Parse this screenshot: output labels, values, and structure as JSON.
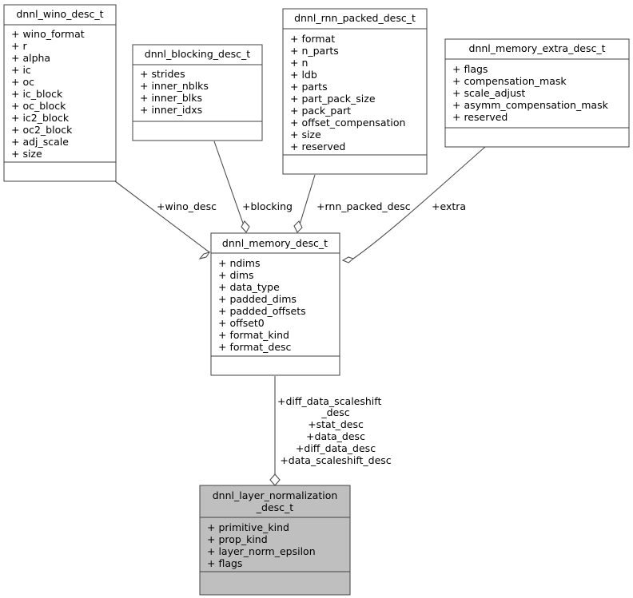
{
  "diagram": {
    "kind": "uml-class-collaboration-diagram",
    "background_color": "#ffffff",
    "border_color": "#404040",
    "edge_color": "#4d4d4d",
    "highlight_fill": "#bfbfbf",
    "classes": [
      {
        "id": "wino",
        "name": "dnnl_wino_desc_t",
        "attributes": [
          "+ wino_format",
          "+ r",
          "+ alpha",
          "+ ic",
          "+ oc",
          "+ ic_block",
          "+ oc_block",
          "+ ic2_block",
          "+ oc2_block",
          "+ adj_scale",
          "+ size"
        ],
        "methods": [],
        "filled": false
      },
      {
        "id": "blocking",
        "name": "dnnl_blocking_desc_t",
        "attributes": [
          "+ strides",
          "+ inner_nblks",
          "+ inner_blks",
          "+ inner_idxs"
        ],
        "methods": [],
        "filled": false
      },
      {
        "id": "rnn_packed",
        "name": "dnnl_rnn_packed_desc_t",
        "attributes": [
          "+ format",
          "+ n_parts",
          "+ n",
          "+ ldb",
          "+ parts",
          "+ part_pack_size",
          "+ pack_part",
          "+ offset_compensation",
          "+ size",
          "+ reserved"
        ],
        "methods": [],
        "filled": false
      },
      {
        "id": "extra",
        "name": "dnnl_memory_extra_desc_t",
        "attributes": [
          "+ flags",
          "+ compensation_mask",
          "+ scale_adjust",
          "+ asymm_compensation_mask",
          "+ reserved"
        ],
        "methods": [],
        "filled": false
      },
      {
        "id": "memory",
        "name": "dnnl_memory_desc_t",
        "attributes": [
          "+ ndims",
          "+ dims",
          "+ data_type",
          "+ padded_dims",
          "+ padded_offsets",
          "+ offset0",
          "+ format_kind",
          "+ format_desc"
        ],
        "methods": [],
        "filled": false
      },
      {
        "id": "layernorm",
        "name_lines": [
          "dnnl_layer_normalization",
          "_desc_t"
        ],
        "name": "dnnl_layer_normalization_desc_t",
        "attributes": [
          "+ primitive_kind",
          "+ prop_kind",
          "+ layer_norm_epsilon",
          "+ flags"
        ],
        "methods": [],
        "filled": true
      }
    ],
    "edges": [
      {
        "id": "edge-wino",
        "from": "wino",
        "to": "memory",
        "type": "aggregation",
        "labels": [
          "+wino_desc"
        ]
      },
      {
        "id": "edge-blocking",
        "from": "blocking",
        "to": "memory",
        "type": "aggregation",
        "labels": [
          "+blocking"
        ]
      },
      {
        "id": "edge-rnn-packed",
        "from": "rnn_packed",
        "to": "memory",
        "type": "aggregation",
        "labels": [
          "+rnn_packed_desc"
        ]
      },
      {
        "id": "edge-extra",
        "from": "extra",
        "to": "memory",
        "type": "aggregation",
        "labels": [
          "+extra"
        ]
      },
      {
        "id": "edge-layernorm",
        "from": "memory",
        "to": "layernorm",
        "type": "aggregation",
        "labels": [
          "+diff_data_scaleshift",
          "_desc",
          "+stat_desc",
          "+data_desc",
          "+diff_data_desc",
          "+data_scaleshift_desc"
        ]
      }
    ]
  }
}
